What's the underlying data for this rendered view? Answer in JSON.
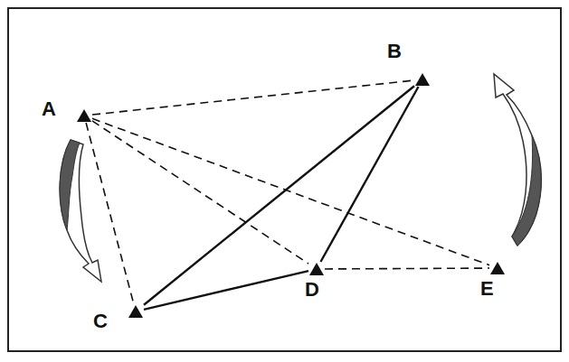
{
  "diagram": {
    "nodes": [
      {
        "text": [
          "A"
        ]
      },
      {
        "text": [
          "B"
        ]
      },
      {
        "text": [
          "C"
        ]
      },
      {
        "text": [
          "D"
        ]
      },
      {
        "text": [
          "E"
        ]
      }
    ],
    "edges": [
      {
        "from": 0,
        "to": 1,
        "arrow": "none"
      },
      {
        "from": 0,
        "to": 2,
        "arrow": "none"
      },
      {
        "from": 0,
        "to": 3,
        "arrow": "none"
      },
      {
        "from": 0,
        "to": 4,
        "arrow": "none"
      },
      {
        "from": 3,
        "to": 4,
        "arrow": "none"
      },
      {
        "from": 2,
        "to": 1,
        "arrow": "none"
      },
      {
        "from": 2,
        "to": 3,
        "arrow": "none"
      },
      {
        "from": 3,
        "to": 1,
        "arrow": "none"
      }
    ]
  }
}
